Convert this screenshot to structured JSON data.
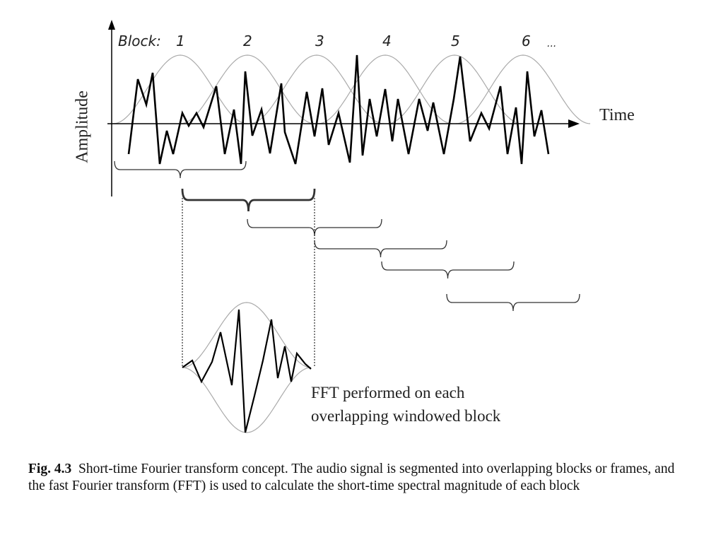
{
  "figure": {
    "block_label": "Block:",
    "blocks": [
      "1",
      "2",
      "3",
      "4",
      "5",
      "6"
    ],
    "ellipsis": "...",
    "x_axis_label": "Time",
    "y_axis_label": "Amplitude",
    "fft_note_line1": "FFT performed on each",
    "fft_note_line2": "overlapping windowed block"
  },
  "caption": {
    "label": "Fig. 4.3",
    "text": "Short-time Fourier transform concept. The audio signal is segmented into overlapping blocks or frames, and the fast Fourier transform (FFT) is used to calculate the short-time spectral magnitude of each block"
  }
}
